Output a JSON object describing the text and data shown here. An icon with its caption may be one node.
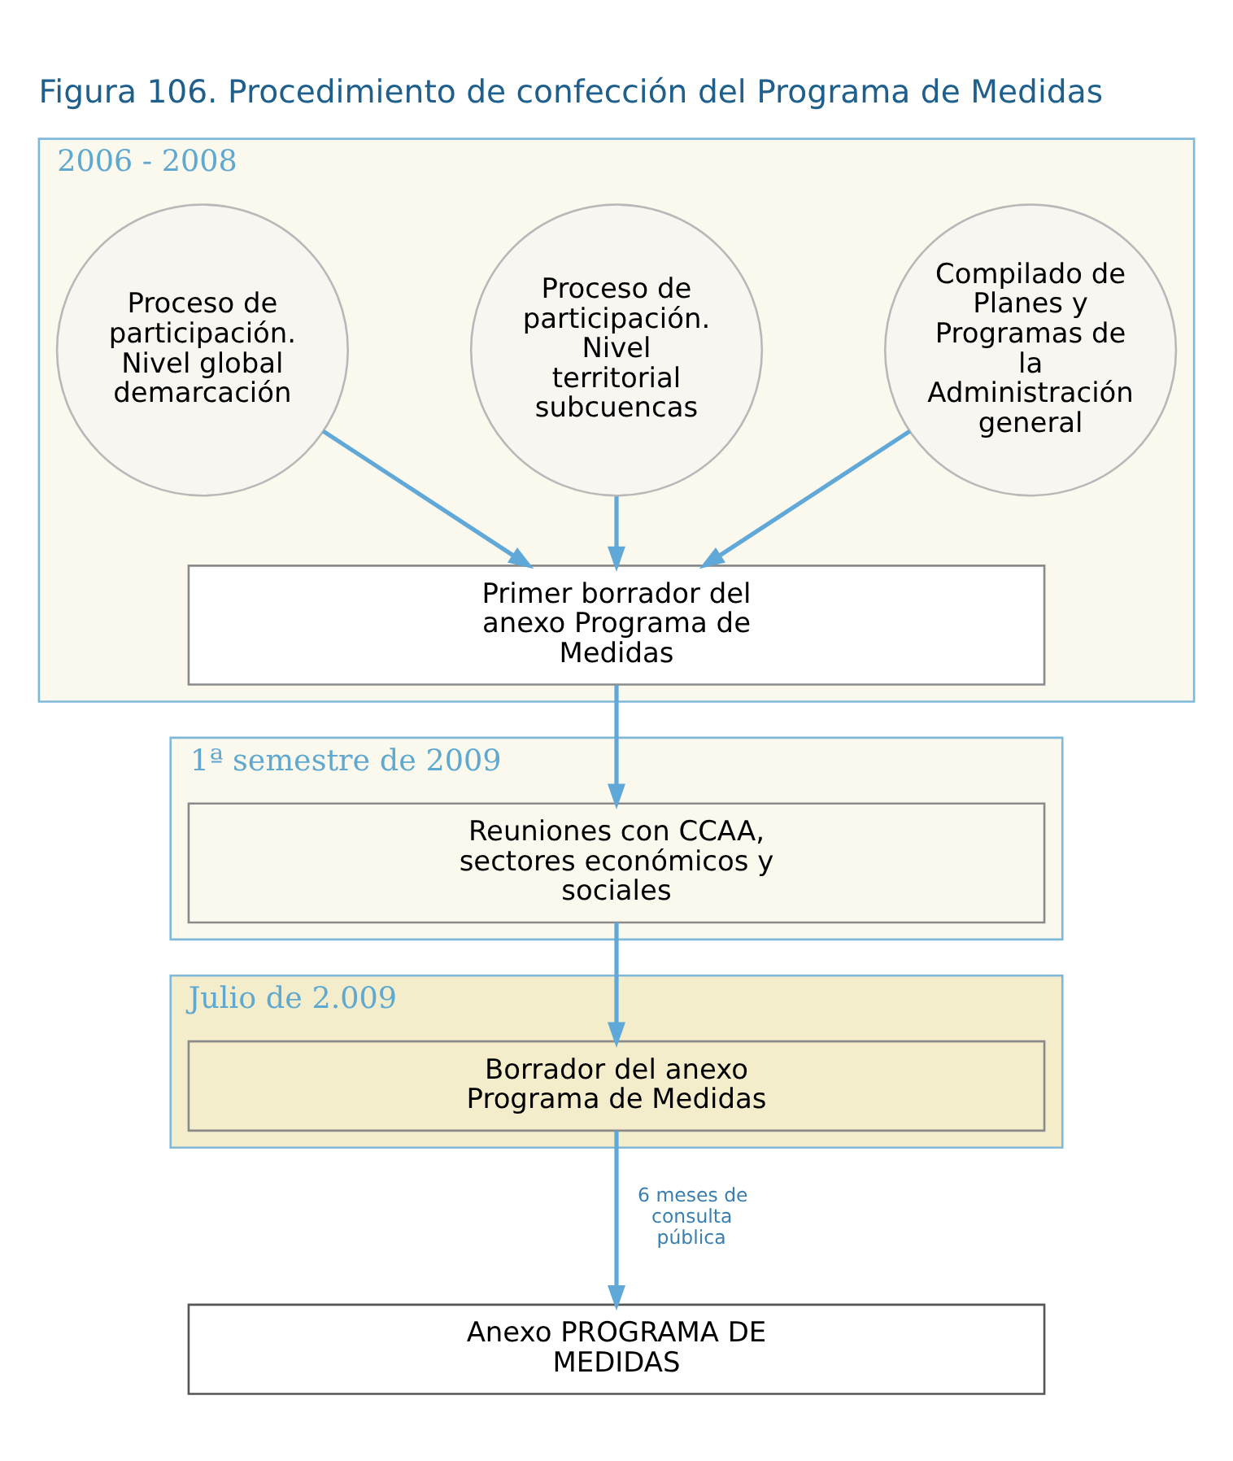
{
  "diagram": {
    "title": "Figura 106. Procedimiento de confección del Programa de Medidas",
    "nodes": [
      {
        "text": [
          "2006 - 2008"
        ]
      },
      {
        "text": [
          "Proceso de participación. Nivel global demarcación"
        ],
        "in": 0
      },
      {
        "text": [
          "Proceso de participación. Nivel territorial subcuencas"
        ],
        "in": 0
      },
      {
        "text": [
          "Compilado de Planes y Programas de la Administración general"
        ],
        "in": 0
      },
      {
        "text": [
          "Primer borrador del anexo Programa de Medidas"
        ],
        "in": 0
      },
      {
        "text": [
          "1ª semestre de 2009"
        ]
      },
      {
        "text": [
          "Reuniones con CCAA, sectores económicos y sociales"
        ],
        "in": 5
      },
      {
        "text": [
          "Julio de 2.009"
        ]
      },
      {
        "text": [
          "Borrador del anexo Programa de Medidas"
        ],
        "in": 7
      },
      {
        "text": [
          "Anexo PROGRAMA DE MEDIDAS"
        ]
      }
    ],
    "edges": [
      {
        "from": 1,
        "to": 4,
        "arrow": "to"
      },
      {
        "from": 2,
        "to": 4,
        "arrow": "to"
      },
      {
        "from": 3,
        "to": 4,
        "arrow": "to"
      },
      {
        "from": 4,
        "to": 6,
        "arrow": "to"
      },
      {
        "from": 6,
        "to": 8,
        "arrow": "to"
      },
      {
        "from": 8,
        "to": 9,
        "arrow": "to",
        "label": "6 meses de consulta pública"
      }
    ]
  }
}
